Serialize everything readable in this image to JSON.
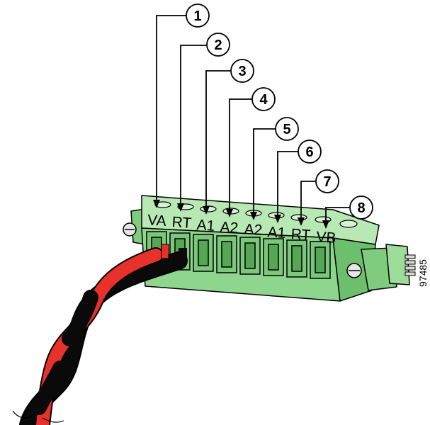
{
  "figure": {
    "id_label": "97485",
    "callouts": [
      {
        "number": "1",
        "pin_label": "VA"
      },
      {
        "number": "2",
        "pin_label": "RT"
      },
      {
        "number": "3",
        "pin_label": "A1"
      },
      {
        "number": "4",
        "pin_label": "A2"
      },
      {
        "number": "5",
        "pin_label": "A2"
      },
      {
        "number": "6",
        "pin_label": "A1"
      },
      {
        "number": "7",
        "pin_label": "RT"
      },
      {
        "number": "8",
        "pin_label": "VB"
      }
    ],
    "colors": {
      "connector_front": "#8ed68e",
      "connector_top": "#b8e8b3",
      "connector_side": "#6cbf6c",
      "wire_red": "#e8312a",
      "wire_black": "#0a0a0a"
    }
  }
}
